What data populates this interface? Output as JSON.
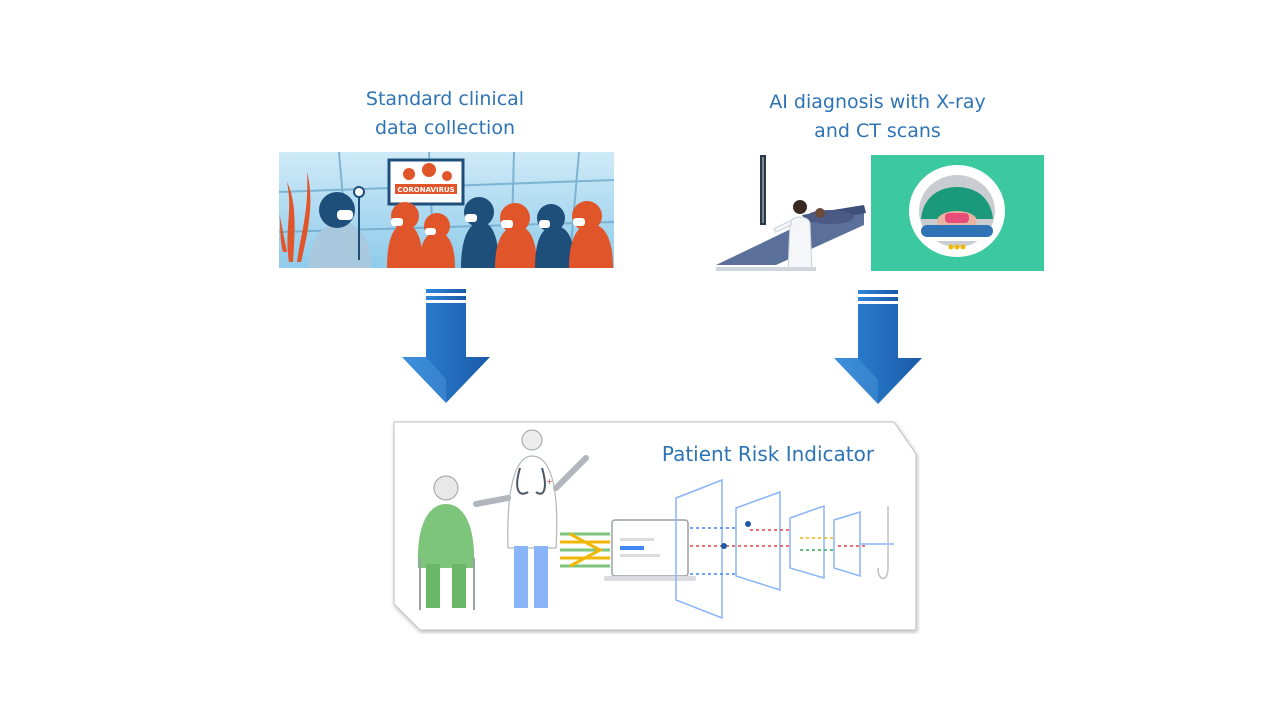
{
  "labels": {
    "clinical_line1": "Standard clinical",
    "clinical_line2": "data collection",
    "ai_line1": "AI diagnosis with X-ray",
    "ai_line2": "and CT scans",
    "risk": "Patient Risk Indicator"
  },
  "illustration": {
    "screen_text": "CORONAVIRUS"
  },
  "colors": {
    "label_blue": "#2e74b5",
    "arrow_blue": "#1f6fc6",
    "ct_green": "#3cc9a0",
    "person_orange": "#e0562a",
    "person_navy": "#1e4f7a",
    "patient_green": "#7dc57a"
  }
}
